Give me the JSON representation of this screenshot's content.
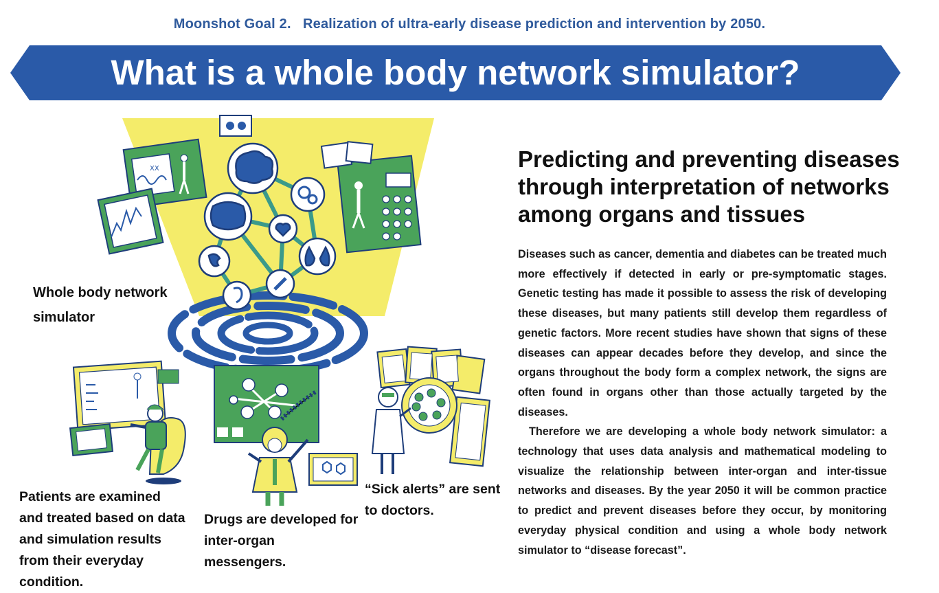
{
  "header": {
    "goal_line": "Moonshot Goal 2.   Realization of ultra-early disease prediction and intervention by 2050.",
    "title": "What is a whole body network simulator?"
  },
  "colors": {
    "banner_blue": "#2a5aa8",
    "accent_green": "#4aa35a",
    "accent_yellow": "#f4ec6a",
    "goal_text_blue": "#2f5a9c"
  },
  "illustration": {
    "icons": [
      "brain-icon",
      "kidney-icon",
      "heart-icon",
      "lungs-icon",
      "intestine-icon",
      "stomach-icon",
      "ear-icon",
      "bone-icon",
      "human-figure-icon"
    ],
    "captions": {
      "simulator": "Whole body network simulator",
      "patients": "Patients are examined and treated based on data and simulation results from their everyday condition.",
      "drugs": "Drugs are developed for inter-organ messengers.",
      "alerts": "“Sick alerts” are sent to doctors."
    },
    "screen_label": "XX"
  },
  "article": {
    "heading": "Predicting and preventing diseases through interpretation of networks among organs and tissues",
    "paragraph_1": "Diseases such as cancer, dementia and diabetes can be treated much more effectively if detected in early or pre-symptomatic stages. Genetic testing has made it possible to assess the risk of developing these diseases, but many patients still develop them regardless of genetic factors. More recent studies have shown that signs of these diseases can appear decades before they develop, and since the organs throughout the body form a complex network, the signs are often found in organs other than those actually targeted by the diseases.",
    "paragraph_2": "Therefore we are developing a whole body network simulator: a technology that uses data analysis and mathematical modeling to visualize the relationship between inter-organ and inter-tissue networks and diseases. By the year 2050 it will be common practice to predict and prevent diseases before they occur, by monitoring everyday physical condition and using a whole body network simulator to “disease forecast”."
  }
}
